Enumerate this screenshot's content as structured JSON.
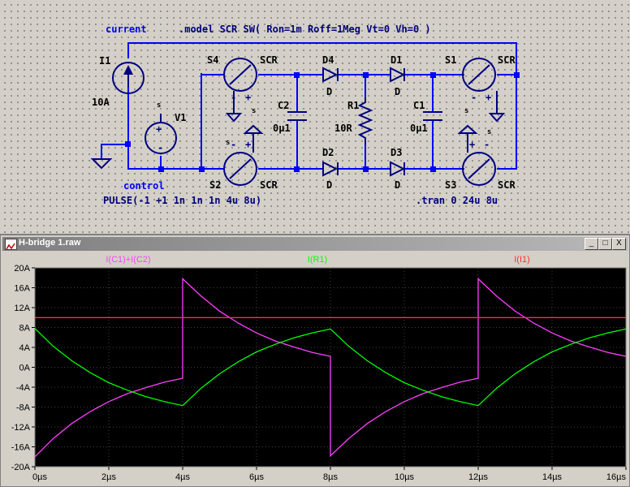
{
  "schematic": {
    "labels": {
      "current": "current",
      "model": ".model SCR SW( Ron=1m Roff=1Meg Vt=0 Vh=0 )",
      "control": "control",
      "pulse": "PULSE(-1 +1 1n 1n 1n 4u 8u)",
      "tran": ".tran 0 24u 8u"
    },
    "components": {
      "I1": {
        "name": "I1",
        "value": "10A"
      },
      "V1": {
        "name": "V1"
      },
      "S4": {
        "name": "S4",
        "model": "SCR"
      },
      "S2": {
        "name": "S2",
        "model": "SCR"
      },
      "S1": {
        "name": "S1",
        "model": "SCR"
      },
      "S3": {
        "name": "S3",
        "model": "SCR"
      },
      "D4": {
        "name": "D4",
        "model": "D"
      },
      "D1": {
        "name": "D1",
        "model": "D"
      },
      "D2": {
        "name": "D2",
        "model": "D"
      },
      "D3": {
        "name": "D3",
        "model": "D"
      },
      "C2": {
        "name": "C2",
        "value": "0µ1"
      },
      "C1": {
        "name": "C1",
        "value": "0µ1"
      },
      "R1": {
        "name": "R1",
        "value": "10R"
      }
    },
    "pin_plus": "+",
    "pin_minus": "-",
    "pin_s": "s",
    "colors": {
      "wire": "#0000ff",
      "component": "#000080",
      "net_label": "#0000ff"
    }
  },
  "window": {
    "title": "H-bridge 1.raw",
    "minimize": "_",
    "maximize": "□",
    "close": "X"
  },
  "chart_data": {
    "type": "line",
    "title": "",
    "xlabel": "",
    "ylabel": "",
    "xlim": [
      0,
      16
    ],
    "ylim": [
      -20,
      20
    ],
    "x_ticks": [
      "0µs",
      "2µs",
      "4µs",
      "6µs",
      "8µs",
      "10µs",
      "12µs",
      "14µs",
      "16µs"
    ],
    "y_ticks": [
      "20A",
      "16A",
      "12A",
      "8A",
      "4A",
      "0A",
      "-4A",
      "-8A",
      "-12A",
      "-16A",
      "-20A"
    ],
    "background": "#000000",
    "grid": true,
    "legend": "top",
    "series": [
      {
        "name": "I(C1)+I(C2)",
        "color": "#ff40ff",
        "x": [
          0,
          0.5,
          1,
          1.5,
          2,
          2.5,
          3,
          3.5,
          4,
          4,
          4.5,
          5,
          5.5,
          6,
          6.5,
          7,
          7.5,
          8,
          8,
          8.5,
          9,
          9.5,
          10,
          10.5,
          11,
          11.5,
          12,
          12,
          12.5,
          13,
          13.5,
          14,
          14.5,
          15,
          15.5,
          16
        ],
        "y": [
          -18,
          -14.3,
          -11.3,
          -8.9,
          -6.9,
          -5.3,
          -4.1,
          -3.0,
          -2.2,
          17.8,
          14.3,
          11.3,
          8.9,
          6.9,
          5.3,
          4.1,
          3.0,
          2.2,
          -17.8,
          -14.3,
          -11.3,
          -8.9,
          -6.9,
          -5.3,
          -4.1,
          -3.0,
          -2.2,
          17.8,
          14.3,
          11.3,
          8.9,
          6.9,
          5.3,
          4.1,
          3.0,
          2.2
        ]
      },
      {
        "name": "I(R1)",
        "color": "#00ff00",
        "x": [
          0,
          0.5,
          1,
          1.5,
          2,
          2.5,
          3,
          3.5,
          4,
          4.5,
          5,
          5.5,
          6,
          6.5,
          7,
          7.5,
          8,
          8.5,
          9,
          9.5,
          10,
          10.5,
          11,
          11.5,
          12,
          12.5,
          13,
          13.5,
          14,
          14.5,
          15,
          15.5,
          16
        ],
        "y": [
          7.8,
          4.2,
          1.3,
          -1.1,
          -3.1,
          -4.6,
          -5.9,
          -6.9,
          -7.7,
          -4.2,
          -1.3,
          1.1,
          3.1,
          4.6,
          5.9,
          6.9,
          7.7,
          4.2,
          1.3,
          -1.1,
          -3.1,
          -4.6,
          -5.9,
          -6.9,
          -7.7,
          -4.2,
          -1.3,
          1.1,
          3.1,
          4.6,
          5.9,
          6.9,
          7.7
        ]
      },
      {
        "name": "I(I1)",
        "color": "#ff3030",
        "x": [
          0,
          16
        ],
        "y": [
          10,
          10
        ]
      }
    ]
  }
}
